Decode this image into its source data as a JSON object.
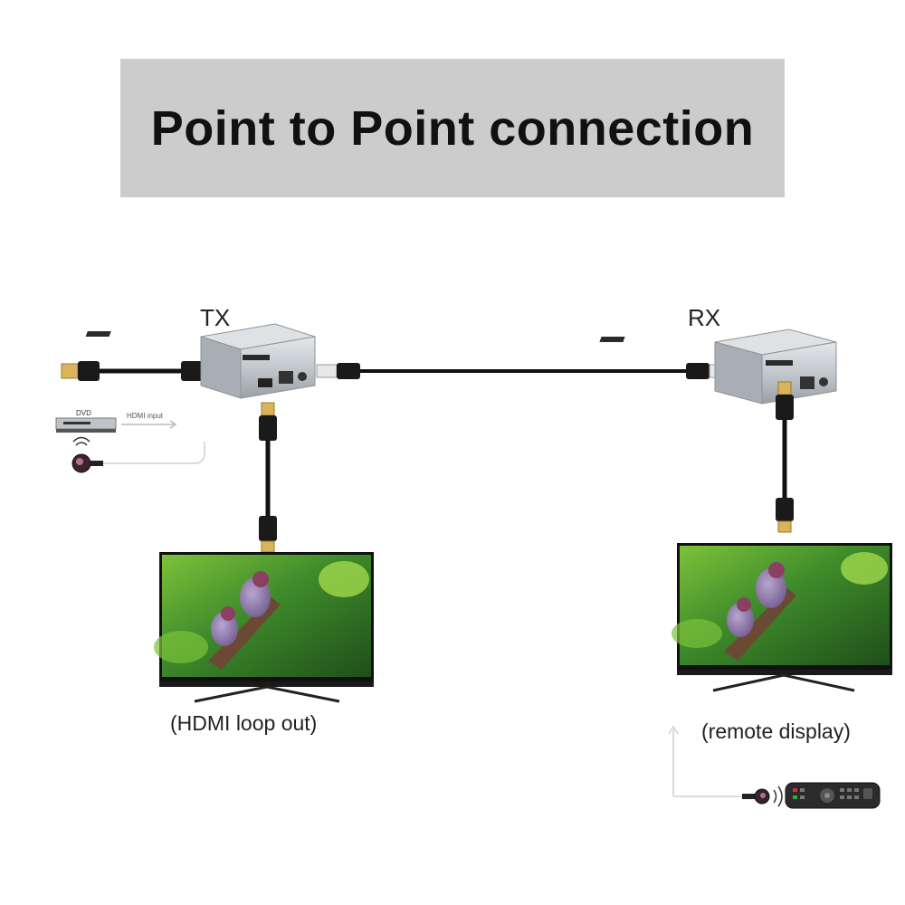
{
  "header": {
    "title": "Point to Point connection"
  },
  "devices": {
    "tx": {
      "label": "TX"
    },
    "rx": {
      "label": "RX"
    },
    "source": {
      "dvd_label": "DVD",
      "input_label": "HDMI input"
    }
  },
  "displays": {
    "loop": {
      "caption": "(HDMI loop out)"
    },
    "remote": {
      "caption": "(remote display)"
    }
  },
  "icons": [
    "ir-sensor-icon",
    "ir-sensor-icon",
    "remote-control-icon",
    "hdmi-plug-icon",
    "rj45-plug-icon",
    "tv-icon"
  ],
  "colors": {
    "banner": "#cccccc",
    "cable": "#111111",
    "plug_gold": "#d9b45a",
    "device_silver": "#c9cdd1"
  }
}
